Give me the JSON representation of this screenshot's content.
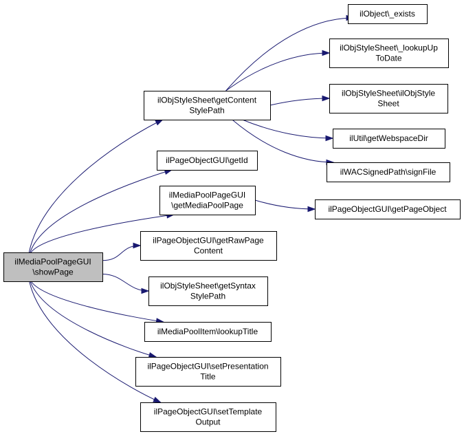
{
  "graph": {
    "colors": {
      "edge": "#191970",
      "root_fill": "#bfbfbf",
      "node_fill": "#ffffff",
      "border": "#000000"
    },
    "nodes": [
      {
        "id": "root",
        "lines": [
          "ilMediaPoolPageGUI",
          "\\showPage"
        ],
        "root": true
      },
      {
        "id": "getContentStylePath",
        "lines": [
          "ilObjStyleSheet\\getContent",
          "StylePath"
        ]
      },
      {
        "id": "getId",
        "lines": [
          "ilPageObjectGUI\\getId"
        ]
      },
      {
        "id": "getMediaPoolPage",
        "lines": [
          "ilMediaPoolPageGUI",
          "\\getMediaPoolPage"
        ]
      },
      {
        "id": "getRawPageContent",
        "lines": [
          "ilPageObjectGUI\\getRawPage",
          "Content"
        ]
      },
      {
        "id": "getSyntaxStylePath",
        "lines": [
          "ilObjStyleSheet\\getSyntax",
          "StylePath"
        ]
      },
      {
        "id": "lookupTitle",
        "lines": [
          "ilMediaPoolItem\\lookupTitle"
        ]
      },
      {
        "id": "setPresentationTitle",
        "lines": [
          "ilPageObjectGUI\\setPresentation",
          "Title"
        ]
      },
      {
        "id": "setTemplateOutput",
        "lines": [
          "ilPageObjectGUI\\setTemplate",
          "Output"
        ]
      },
      {
        "id": "exists",
        "lines": [
          "ilObject\\_exists"
        ]
      },
      {
        "id": "lookupUpToDate",
        "lines": [
          "ilObjStyleSheet\\_lookupUp",
          "ToDate"
        ]
      },
      {
        "id": "ilObjStyleSheet",
        "lines": [
          "ilObjStyleSheet\\ilObjStyle",
          "Sheet"
        ]
      },
      {
        "id": "getWebspaceDir",
        "lines": [
          "ilUtil\\getWebspaceDir"
        ]
      },
      {
        "id": "signFile",
        "lines": [
          "ilWACSignedPath\\signFile"
        ]
      },
      {
        "id": "getPageObject",
        "lines": [
          "ilPageObjectGUI\\getPageObject"
        ]
      }
    ],
    "edges": [
      {
        "from": "root",
        "to": "getContentStylePath"
      },
      {
        "from": "root",
        "to": "getId"
      },
      {
        "from": "root",
        "to": "getMediaPoolPage"
      },
      {
        "from": "root",
        "to": "getRawPageContent"
      },
      {
        "from": "root",
        "to": "getSyntaxStylePath"
      },
      {
        "from": "root",
        "to": "lookupTitle"
      },
      {
        "from": "root",
        "to": "setPresentationTitle"
      },
      {
        "from": "root",
        "to": "setTemplateOutput"
      },
      {
        "from": "getContentStylePath",
        "to": "exists"
      },
      {
        "from": "getContentStylePath",
        "to": "lookupUpToDate"
      },
      {
        "from": "getContentStylePath",
        "to": "ilObjStyleSheet"
      },
      {
        "from": "getContentStylePath",
        "to": "getWebspaceDir"
      },
      {
        "from": "getContentStylePath",
        "to": "signFile"
      },
      {
        "from": "getMediaPoolPage",
        "to": "getPageObject"
      }
    ]
  }
}
